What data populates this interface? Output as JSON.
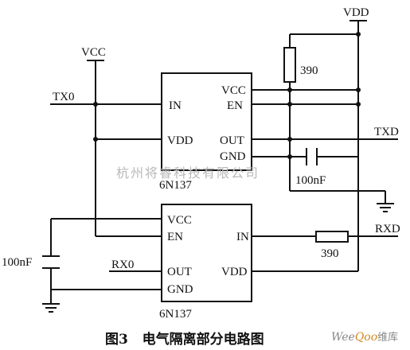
{
  "labels": {
    "vcc_rail": "VCC",
    "vdd_rail": "VDD",
    "tx0": "TX0",
    "txd": "TXD",
    "rxd": "RXD",
    "rx0": "RX0",
    "res_top": "390",
    "res_bottom": "390",
    "cap_right": "100nF",
    "cap_left": "100nF"
  },
  "chip1": {
    "name": "6N137",
    "pin_in": "IN",
    "pin_vdd": "VDD",
    "pin_vcc": "VCC",
    "pin_en": "EN",
    "pin_out": "OUT",
    "pin_gnd": "GND"
  },
  "chip2": {
    "name": "6N137",
    "pin_vcc": "VCC",
    "pin_en": "EN",
    "pin_out": "OUT",
    "pin_gnd": "GND",
    "pin_in": "IN",
    "pin_vdd": "VDD"
  },
  "caption": "图3   电气隔离部分电路图",
  "watermark": "杭州将睿科技有限公司",
  "logo": {
    "part_wee": "Wee",
    "part_qoo": "Qoo",
    "part_cn": "维库"
  }
}
